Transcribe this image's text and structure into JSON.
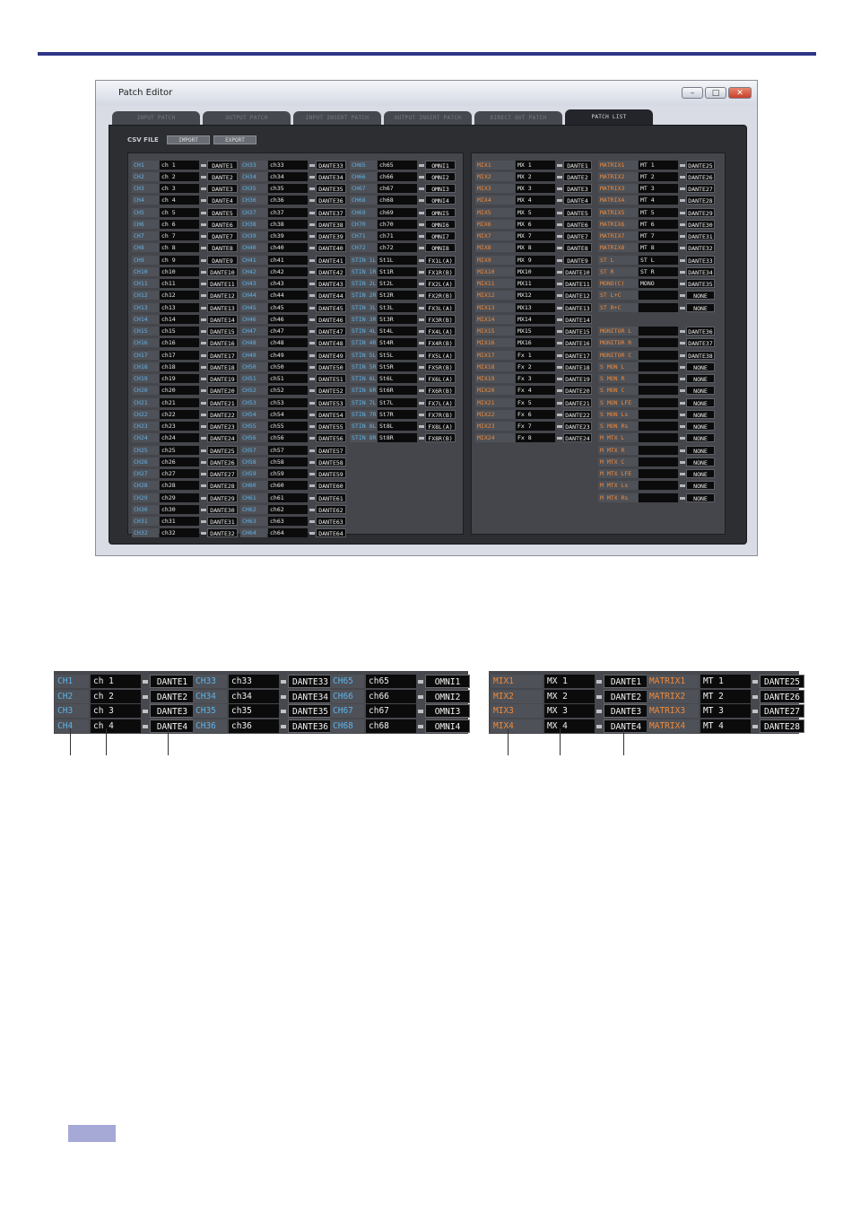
{
  "window": {
    "title": "Patch Editor",
    "buttons": {
      "minimize": "–",
      "maximize": "□",
      "close": "✕"
    }
  },
  "tabs": [
    {
      "label": "INPUT PATCH",
      "active": false
    },
    {
      "label": "OUTPUT PATCH",
      "active": false
    },
    {
      "label": "INPUT INSERT PATCH",
      "active": false
    },
    {
      "label": "OUTPUT INSERT PATCH",
      "active": false
    },
    {
      "label": "DIRECT OUT PATCH",
      "active": false
    },
    {
      "label": "PATCH LIST",
      "active": true
    }
  ],
  "csv": {
    "label": "CSV FILE",
    "import_label": "IMPORT",
    "export_label": "EXPORT"
  },
  "colors": {
    "input_channel": "#5fb2e8",
    "output_channel": "#f08a3c"
  },
  "input_list": [
    [
      [
        "CH1",
        "ch 1",
        "DANTE1"
      ],
      [
        "CH2",
        "ch 2",
        "DANTE2"
      ],
      [
        "CH3",
        "ch 3",
        "DANTE3"
      ],
      [
        "CH4",
        "ch 4",
        "DANTE4"
      ],
      [
        "CH5",
        "ch 5",
        "DANTE5"
      ],
      [
        "CH6",
        "ch 6",
        "DANTE6"
      ],
      [
        "CH7",
        "ch 7",
        "DANTE7"
      ],
      [
        "CH8",
        "ch 8",
        "DANTE8"
      ],
      [
        "CH9",
        "ch 9",
        "DANTE9"
      ],
      [
        "CH10",
        "ch10",
        "DANTE10"
      ],
      [
        "CH11",
        "ch11",
        "DANTE11"
      ],
      [
        "CH12",
        "ch12",
        "DANTE12"
      ],
      [
        "CH13",
        "ch13",
        "DANTE13"
      ],
      [
        "CH14",
        "ch14",
        "DANTE14"
      ],
      [
        "CH15",
        "ch15",
        "DANTE15"
      ],
      [
        "CH16",
        "ch16",
        "DANTE16"
      ],
      [
        "CH17",
        "ch17",
        "DANTE17"
      ],
      [
        "CH18",
        "ch18",
        "DANTE18"
      ],
      [
        "CH19",
        "ch19",
        "DANTE19"
      ],
      [
        "CH20",
        "ch20",
        "DANTE20"
      ],
      [
        "CH21",
        "ch21",
        "DANTE21"
      ],
      [
        "CH22",
        "ch22",
        "DANTE22"
      ],
      [
        "CH23",
        "ch23",
        "DANTE23"
      ],
      [
        "CH24",
        "ch24",
        "DANTE24"
      ],
      [
        "CH25",
        "ch25",
        "DANTE25"
      ],
      [
        "CH26",
        "ch26",
        "DANTE26"
      ],
      [
        "CH27",
        "ch27",
        "DANTE27"
      ],
      [
        "CH28",
        "ch28",
        "DANTE28"
      ],
      [
        "CH29",
        "ch29",
        "DANTE29"
      ],
      [
        "CH30",
        "ch30",
        "DANTE30"
      ],
      [
        "CH31",
        "ch31",
        "DANTE31"
      ],
      [
        "CH32",
        "ch32",
        "DANTE32"
      ]
    ],
    [
      [
        "CH33",
        "ch33",
        "DANTE33"
      ],
      [
        "CH34",
        "ch34",
        "DANTE34"
      ],
      [
        "CH35",
        "ch35",
        "DANTE35"
      ],
      [
        "CH36",
        "ch36",
        "DANTE36"
      ],
      [
        "CH37",
        "ch37",
        "DANTE37"
      ],
      [
        "CH38",
        "ch38",
        "DANTE38"
      ],
      [
        "CH39",
        "ch39",
        "DANTE39"
      ],
      [
        "CH40",
        "ch40",
        "DANTE40"
      ],
      [
        "CH41",
        "ch41",
        "DANTE41"
      ],
      [
        "CH42",
        "ch42",
        "DANTE42"
      ],
      [
        "CH43",
        "ch43",
        "DANTE43"
      ],
      [
        "CH44",
        "ch44",
        "DANTE44"
      ],
      [
        "CH45",
        "ch45",
        "DANTE45"
      ],
      [
        "CH46",
        "ch46",
        "DANTE46"
      ],
      [
        "CH47",
        "ch47",
        "DANTE47"
      ],
      [
        "CH48",
        "ch48",
        "DANTE48"
      ],
      [
        "CH49",
        "ch49",
        "DANTE49"
      ],
      [
        "CH50",
        "ch50",
        "DANTE50"
      ],
      [
        "CH51",
        "ch51",
        "DANTE51"
      ],
      [
        "CH52",
        "ch52",
        "DANTE52"
      ],
      [
        "CH53",
        "ch53",
        "DANTE53"
      ],
      [
        "CH54",
        "ch54",
        "DANTE54"
      ],
      [
        "CH55",
        "ch55",
        "DANTE55"
      ],
      [
        "CH56",
        "ch56",
        "DANTE56"
      ],
      [
        "CH57",
        "ch57",
        "DANTE57"
      ],
      [
        "CH58",
        "ch58",
        "DANTE58"
      ],
      [
        "CH59",
        "ch59",
        "DANTE59"
      ],
      [
        "CH60",
        "ch60",
        "DANTE60"
      ],
      [
        "CH61",
        "ch61",
        "DANTE61"
      ],
      [
        "CH62",
        "ch62",
        "DANTE62"
      ],
      [
        "CH63",
        "ch63",
        "DANTE63"
      ],
      [
        "CH64",
        "ch64",
        "DANTE64"
      ]
    ],
    [
      [
        "CH65",
        "ch65",
        "OMNI1"
      ],
      [
        "CH66",
        "ch66",
        "OMNI2"
      ],
      [
        "CH67",
        "ch67",
        "OMNI3"
      ],
      [
        "CH68",
        "ch68",
        "OMNI4"
      ],
      [
        "CH69",
        "ch69",
        "OMNI5"
      ],
      [
        "CH70",
        "ch70",
        "OMNI6"
      ],
      [
        "CH71",
        "ch71",
        "OMNI7"
      ],
      [
        "CH72",
        "ch72",
        "OMNI8"
      ],
      [
        "STIN 1L",
        "St1L",
        "FX1L(A)"
      ],
      [
        "STIN 1R",
        "St1R",
        "FX1R(B)"
      ],
      [
        "STIN 2L",
        "St2L",
        "FX2L(A)"
      ],
      [
        "STIN 2R",
        "St2R",
        "FX2R(B)"
      ],
      [
        "STIN 3L",
        "St3L",
        "FX3L(A)"
      ],
      [
        "STIN 3R",
        "St3R",
        "FX3R(B)"
      ],
      [
        "STIN 4L",
        "St4L",
        "FX4L(A)"
      ],
      [
        "STIN 4R",
        "St4R",
        "FX4R(B)"
      ],
      [
        "STIN 5L",
        "St5L",
        "FX5L(A)"
      ],
      [
        "STIN 5R",
        "St5R",
        "FX5R(B)"
      ],
      [
        "STIN 6L",
        "St6L",
        "FX6L(A)"
      ],
      [
        "STIN 6R",
        "St6R",
        "FX6R(B)"
      ],
      [
        "STIN 7L",
        "St7L",
        "FX7L(A)"
      ],
      [
        "STIN 7R",
        "St7R",
        "FX7R(B)"
      ],
      [
        "STIN 8L",
        "St8L",
        "FX8L(A)"
      ],
      [
        "STIN 8R",
        "St8R",
        "FX8R(B)"
      ]
    ]
  ],
  "output_list": [
    [
      [
        "MIX1",
        "MX 1",
        "DANTE1"
      ],
      [
        "MIX2",
        "MX 2",
        "DANTE2"
      ],
      [
        "MIX3",
        "MX 3",
        "DANTE3"
      ],
      [
        "MIX4",
        "MX 4",
        "DANTE4"
      ],
      [
        "MIX5",
        "MX 5",
        "DANTE5"
      ],
      [
        "MIX6",
        "MX 6",
        "DANTE6"
      ],
      [
        "MIX7",
        "MX 7",
        "DANTE7"
      ],
      [
        "MIX8",
        "MX 8",
        "DANTE8"
      ],
      [
        "MIX9",
        "MX 9",
        "DANTE9"
      ],
      [
        "MIX10",
        "MX10",
        "DANTE10"
      ],
      [
        "MIX11",
        "MX11",
        "DANTE11"
      ],
      [
        "MIX12",
        "MX12",
        "DANTE12"
      ],
      [
        "MIX13",
        "MX13",
        "DANTE13"
      ],
      [
        "MIX14",
        "MX14",
        "DANTE14"
      ],
      [
        "MIX15",
        "MX15",
        "DANTE15"
      ],
      [
        "MIX16",
        "MX16",
        "DANTE16"
      ],
      [
        "MIX17",
        "Fx 1",
        "DANTE17"
      ],
      [
        "MIX18",
        "Fx 2",
        "DANTE18"
      ],
      [
        "MIX19",
        "Fx 3",
        "DANTE19"
      ],
      [
        "MIX20",
        "Fx 4",
        "DANTE20"
      ],
      [
        "MIX21",
        "Fx 5",
        "DANTE21"
      ],
      [
        "MIX22",
        "Fx 6",
        "DANTE22"
      ],
      [
        "MIX23",
        "Fx 7",
        "DANTE23"
      ],
      [
        "MIX24",
        "Fx 8",
        "DANTE24"
      ]
    ],
    [
      [
        "MATRIX1",
        "MT 1",
        "DANTE25"
      ],
      [
        "MATRIX2",
        "MT 2",
        "DANTE26"
      ],
      [
        "MATRIX3",
        "MT 3",
        "DANTE27"
      ],
      [
        "MATRIX4",
        "MT 4",
        "DANTE28"
      ],
      [
        "MATRIX5",
        "MT 5",
        "DANTE29"
      ],
      [
        "MATRIX6",
        "MT 6",
        "DANTE30"
      ],
      [
        "MATRIX7",
        "MT 7",
        "DANTE31"
      ],
      [
        "MATRIX8",
        "MT 8",
        "DANTE32"
      ],
      [
        "ST L",
        "ST L",
        "DANTE33"
      ],
      [
        "ST R",
        "ST R",
        "DANTE34"
      ],
      [
        "MONO(C)",
        "MONO",
        "DANTE35"
      ],
      [
        "ST L+C",
        "",
        "NONE"
      ],
      [
        "ST R+C",
        "",
        "NONE"
      ],
      [
        "",
        "",
        ""
      ],
      [
        "MONITOR L",
        "",
        "DANTE36"
      ],
      [
        "MONITOR R",
        "",
        "DANTE37"
      ],
      [
        "MONITOR C",
        "",
        "DANTE38"
      ],
      [
        "S MON L",
        "",
        "NONE"
      ],
      [
        "S MON R",
        "",
        "NONE"
      ],
      [
        "S MON C",
        "",
        "NONE"
      ],
      [
        "S MON LFE",
        "",
        "NONE"
      ],
      [
        "S MON Ls",
        "",
        "NONE"
      ],
      [
        "S MON Rs",
        "",
        "NONE"
      ],
      [
        "M MTX L",
        "",
        "NONE"
      ],
      [
        "M MTX R",
        "",
        "NONE"
      ],
      [
        "M MTX C",
        "",
        "NONE"
      ],
      [
        "M MTX LFE",
        "",
        "NONE"
      ],
      [
        "M MTX Ls",
        "",
        "NONE"
      ],
      [
        "M MTX Rs",
        "",
        "NONE"
      ]
    ]
  ],
  "zoom_input": [
    [
      [
        "CH1",
        "ch 1",
        "DANTE1"
      ],
      [
        "CH2",
        "ch 2",
        "DANTE2"
      ],
      [
        "CH3",
        "ch 3",
        "DANTE3"
      ],
      [
        "CH4",
        "ch 4",
        "DANTE4"
      ]
    ],
    [
      [
        "CH33",
        "ch33",
        "DANTE33"
      ],
      [
        "CH34",
        "ch34",
        "DANTE34"
      ],
      [
        "CH35",
        "ch35",
        "DANTE35"
      ],
      [
        "CH36",
        "ch36",
        "DANTE36"
      ]
    ],
    [
      [
        "CH65",
        "ch65",
        "OMNI1"
      ],
      [
        "CH66",
        "ch66",
        "OMNI2"
      ],
      [
        "CH67",
        "ch67",
        "OMNI3"
      ],
      [
        "CH68",
        "ch68",
        "OMNI4"
      ]
    ]
  ],
  "zoom_output": [
    [
      [
        "MIX1",
        "MX 1",
        "DANTE1"
      ],
      [
        "MIX2",
        "MX 2",
        "DANTE2"
      ],
      [
        "MIX3",
        "MX 3",
        "DANTE3"
      ],
      [
        "MIX4",
        "MX 4",
        "DANTE4"
      ]
    ],
    [
      [
        "MATRIX1",
        "MT 1",
        "DANTE25"
      ],
      [
        "MATRIX2",
        "MT 2",
        "DANTE26"
      ],
      [
        "MATRIX3",
        "MT 3",
        "DANTE27"
      ],
      [
        "MATRIX4",
        "MT 4",
        "DANTE28"
      ]
    ]
  ]
}
